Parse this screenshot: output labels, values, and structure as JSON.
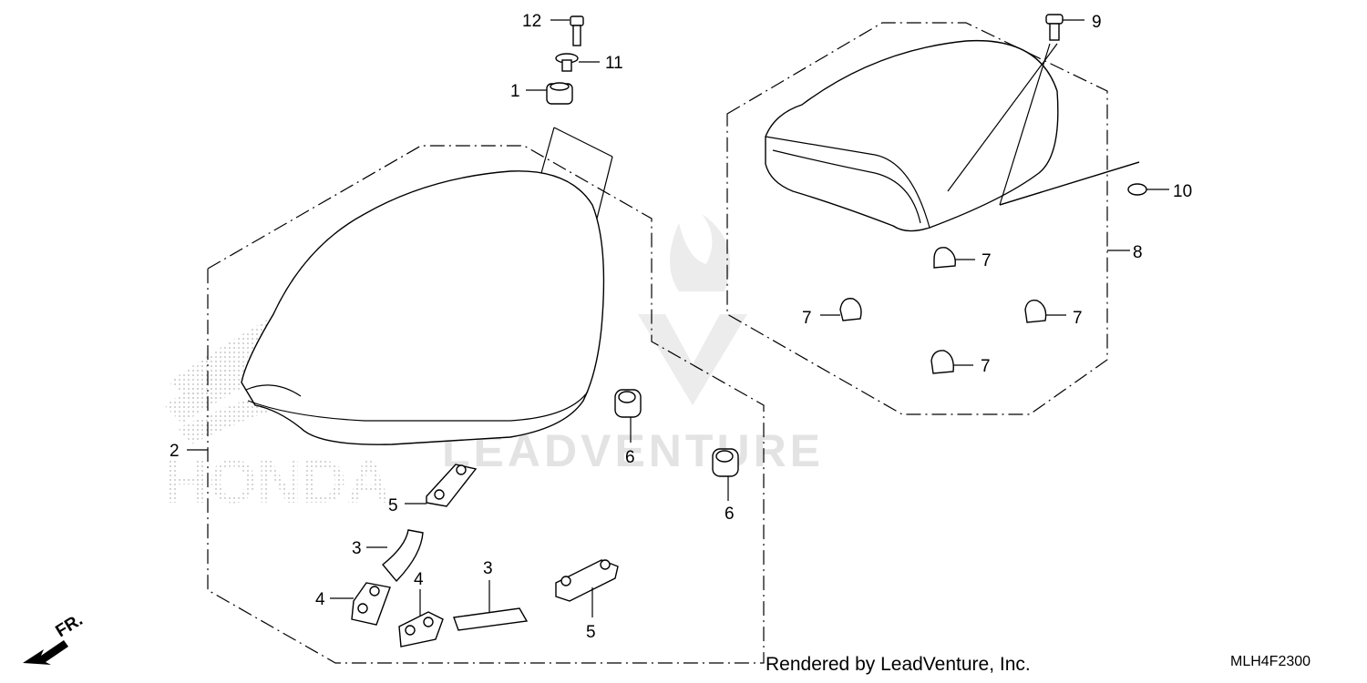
{
  "callouts": {
    "c12": "12",
    "c11": "11",
    "c1": "1",
    "c2": "2",
    "c3a": "3",
    "c3b": "3",
    "c4a": "4",
    "c4b": "4",
    "c5a": "5",
    "c5b": "5",
    "c6a": "6",
    "c6b": "6",
    "c7a": "7",
    "c7b": "7",
    "c7c": "7",
    "c7d": "7",
    "c8": "8",
    "c9": "9",
    "c10": "10"
  },
  "direction_label": "FR.",
  "watermark": "LEADVENTURE",
  "background_logo": "HONDA",
  "credit": "Rendered by LeadVenture, Inc.",
  "diagram_code": "MLH4F2300"
}
